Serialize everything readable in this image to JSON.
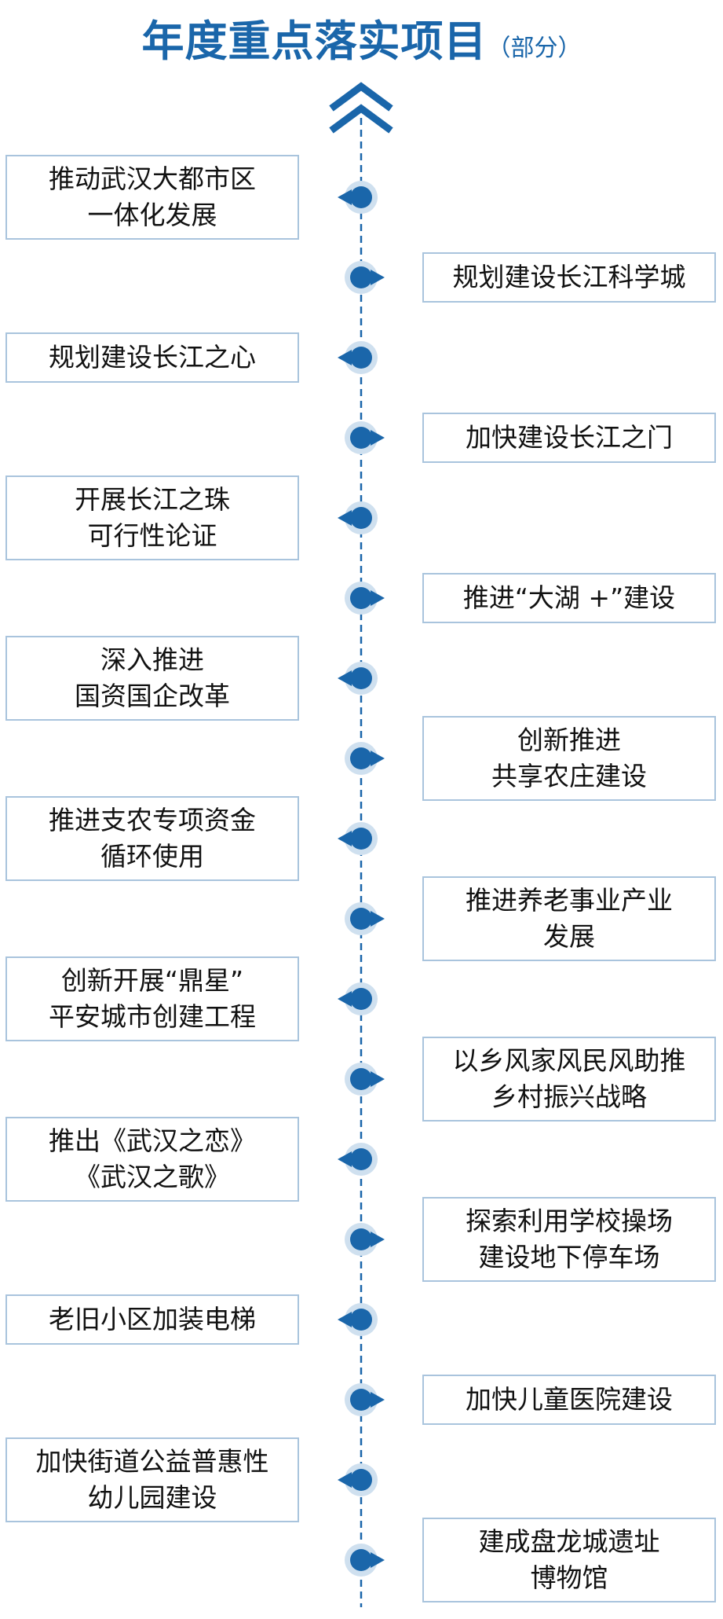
{
  "title": {
    "main": "年度重点落实项目",
    "sub": "（部分）"
  },
  "colors": {
    "accent": "#1a66aa",
    "box_border": "#a9c4dd",
    "dot_halo": "#cfe0ef",
    "text": "#111111"
  },
  "items": [
    {
      "text": "推动武汉大都市区\n一体化发展",
      "side": "left"
    },
    {
      "text": "规划建设长江科学城",
      "side": "right"
    },
    {
      "text": "规划建设长江之心",
      "side": "left"
    },
    {
      "text": "加快建设长江之门",
      "side": "right"
    },
    {
      "text": "开展长江之珠\n可行性论证",
      "side": "left"
    },
    {
      "text": "推进“大湖 +”建设",
      "side": "right"
    },
    {
      "text": "深入推进\n国资国企改革",
      "side": "left"
    },
    {
      "text": "创新推进\n共享农庄建设",
      "side": "right"
    },
    {
      "text": "推进支农专项资金\n循环使用",
      "side": "left"
    },
    {
      "text": "推进养老事业产业\n发展",
      "side": "right"
    },
    {
      "text": "创新开展“鼎星”\n平安城市创建工程",
      "side": "left"
    },
    {
      "text": "以乡风家风民风助推\n乡村振兴战略",
      "side": "right"
    },
    {
      "text": "推出《武汉之恋》\n《武汉之歌》",
      "side": "left"
    },
    {
      "text": "探索利用学校操场\n建设地下停车场",
      "side": "right"
    },
    {
      "text": "老旧小区加装电梯",
      "side": "left"
    },
    {
      "text": "加快儿童医院建设",
      "side": "right"
    },
    {
      "text": "加快街道公益普惠性\n幼儿园建设",
      "side": "left"
    },
    {
      "text": "建成盘龙城遗址\n博物馆",
      "side": "right"
    }
  ]
}
